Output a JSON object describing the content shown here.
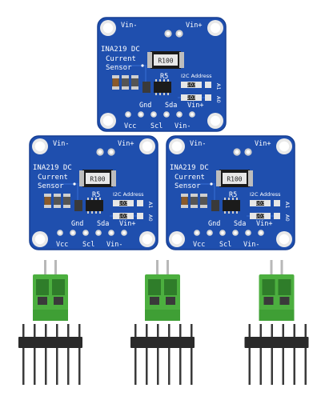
{
  "product": {
    "board_count": 3,
    "accessory_sets": 3
  },
  "board": {
    "title": "INA219 DC",
    "subtitle_line1": "Current",
    "subtitle_line2": "Sensor",
    "shunt_resistor": "R100",
    "resistor_ref": "R5",
    "address_label": "I2C Address",
    "jumper_a0": "A0",
    "jumper_a1": "A1",
    "pin_vin_minus": "Vin-",
    "pin_vin_plus": "Vin+",
    "pin_gnd": "Gnd",
    "pin_sda": "Sda",
    "pin_vcc": "Vcc",
    "pin_scl": "Scl",
    "pin_vin_minus_bottom": "Vin-",
    "pin_vin_plus_bottom": "Vin+",
    "pad_code": "103"
  },
  "colors": {
    "pcb": "#1f4fae",
    "pcb_edge": "#163f93",
    "silkscreen": "#ffffff",
    "hole_ring": "#e9e9e9",
    "terminal_block": "#4caf3f",
    "header_pins": "#2a2a2a"
  },
  "icons": {
    "mounting_hole": "circle-ring",
    "chip": "soic-8",
    "terminal": "screw-terminal-2pin",
    "header": "pin-header-6"
  }
}
